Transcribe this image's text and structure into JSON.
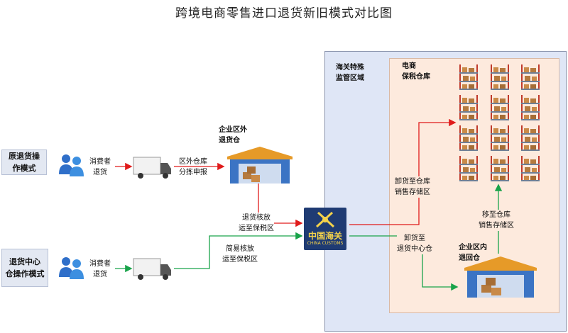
{
  "title": "跨境电商零售进口退货新旧模式对比图",
  "zones": {
    "supervision": "海关特殊\n监管区域",
    "bonded_warehouse": "电商\n保税仓库"
  },
  "sides": {
    "old_mode": "原退货操\n作模式",
    "new_mode": "退货中心\n仓操作模式"
  },
  "labels": {
    "consumer_return_1": "消费者\n退货",
    "consumer_return_2": "消费者\n退货",
    "out_of_zone_sort": "区外仓库\n分拣申报",
    "outside_return_wh": "企业区外\n退货仓",
    "return_check_transport": "退货核放\n运至保税区",
    "simple_check_transport": "简易核放\n运至保税区",
    "unload_to_storage": "卸货至仓库\n销售存储区",
    "move_to_storage": "移至仓库\n销售存储区",
    "unload_to_center": "卸货至\n退货中心仓",
    "inside_return_wh": "企业区内\n退回仓"
  },
  "customs_logo": {
    "name_cn": "中国海关",
    "name_en": "CHINA CUSTOMS"
  },
  "colors": {
    "old_flow": "#e01b1b",
    "new_flow": "#19a34a",
    "zone_bg": "#dfe6f6",
    "bonded_bg": "#fdeadd",
    "customs_bg": "#1f3b73"
  }
}
